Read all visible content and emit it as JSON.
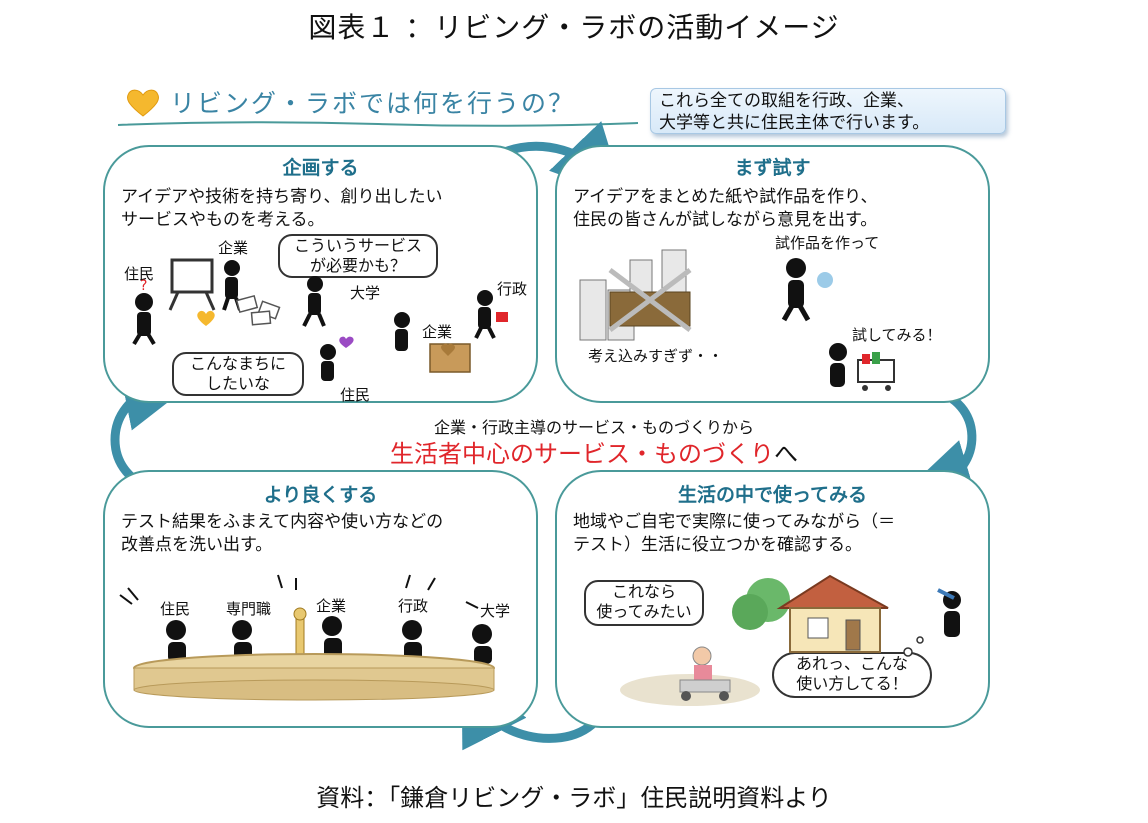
{
  "figure_title": "図表１ ：リビング・ラボの活動イメージ",
  "heading": "リビング・ラボでは何を行うの？",
  "note": {
    "line1": "これら全ての取組を行政、企業、",
    "line2": "大学等と共に住民主体で行います。"
  },
  "panels": {
    "plan": {
      "title": "企画する",
      "desc1": "アイデアや技術を持ち寄り、創り出したい",
      "desc2": "サービスやものを考える。",
      "bubble1_line1": "こういうサービス",
      "bubble1_line2": "が必要かも？",
      "bubble2_line1": "こんなまちに",
      "bubble2_line2": "したいな",
      "labels": {
        "resident1": "住民",
        "company1": "企業",
        "university": "大学",
        "government": "行政",
        "company2": "企業",
        "resident2": "住民"
      }
    },
    "try": {
      "title": "まず試す",
      "desc1": "アイデアをまとめた紙や試作品を作り、",
      "desc2": "住民の皆さんが試しながら意見を出す。",
      "label_make": "試作品を作って",
      "label_test": "試してみる！",
      "label_overthink": "考え込みすぎず・・"
    },
    "improve": {
      "title": "より良くする",
      "desc1": "テスト結果をふまえて内容や使い方などの",
      "desc2": "改善点を洗い出す。",
      "labels": {
        "resident": "住民",
        "expert": "専門職",
        "company": "企業",
        "government": "行政",
        "university": "大学"
      }
    },
    "use": {
      "title": "生活の中で使ってみる",
      "desc1": "地域やご自宅で実際に使ってみながら（＝",
      "desc2": "テスト）生活に役立つかを確認する。",
      "bubble1_line1": "これなら",
      "bubble1_line2": "使ってみたい",
      "bubble2_line1": "あれっ、こんな",
      "bubble2_line2": "使い方してる！"
    }
  },
  "center": {
    "small": "企業・行政主導のサービス・ものづくりから",
    "big_red": "生活者中心のサービス・ものづくり",
    "big_tail": "へ"
  },
  "source": "資料：「鎌倉リビング・ラボ」住民説明資料より",
  "colors": {
    "teal": "#4a9a9a",
    "title_blue": "#1f6f8b",
    "heading_blue": "#3a84a4",
    "accent_red": "#e0262b",
    "heart": "#f5b82e"
  }
}
